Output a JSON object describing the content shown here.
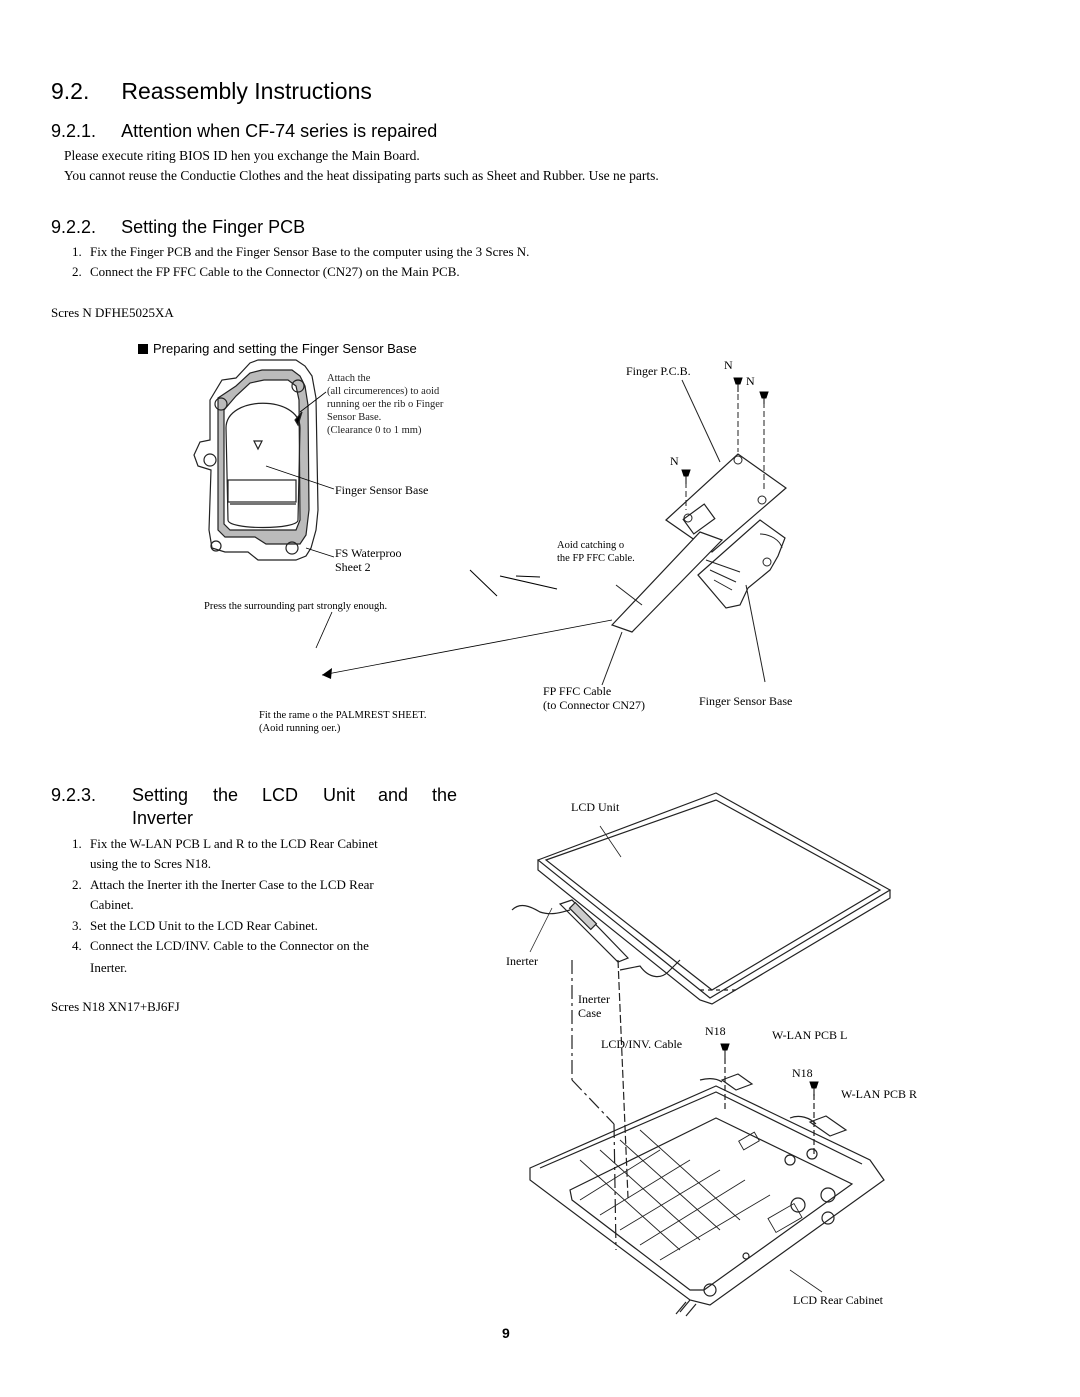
{
  "section": {
    "number": "9.2.",
    "title": "Reassembly Instructions"
  },
  "s1": {
    "number": "9.2.1.",
    "title": "Attention when CF-74 series is repaired",
    "lines": [
      "Please execute riting BIOS ID hen you exchange the Main Board.",
      "You cannot reuse the Conductie Clothes and the heat dissipating parts such as Sheet and Rubber. Use ne parts."
    ]
  },
  "s2": {
    "number": "9.2.2.",
    "title": "Setting the Finger PCB",
    "steps": [
      {
        "n": "1.",
        "text": "Fix the Finger PCB and the Finger Sensor Base to the computer using the 3 Scres N."
      },
      {
        "n": "2.",
        "text": "Connect the FP FFC Cable to the Connector (CN27) on the Main PCB."
      }
    ],
    "screws": "Scres N DFHE5025XA",
    "fig_caption": "Preparing and setting the Finger Sensor Base",
    "labels": {
      "attach": [
        "Attach the",
        "(all circumerences) to aoid",
        "running oer the rib o Finger",
        "Sensor Base.",
        "(Clearance 0 to 1 mm)"
      ],
      "finger_sensor_base_left": "Finger Sensor Base",
      "fs_waterproof": [
        "FS Waterproo",
        "Sheet 2"
      ],
      "press": "Press the surrounding part strongly enough.",
      "fit_frame": [
        "Fit the rame o the PALMREST SHEET.",
        "(Aoid running oer.)"
      ],
      "finger_pcb": "Finger P.C.B.",
      "n": "N",
      "avoid": [
        "Aoid catching o",
        "the FP FFC Cable."
      ],
      "fp_ffc": [
        "FP FFC Cable",
        "(to Connector CN27)"
      ],
      "finger_sensor_base_right": "Finger Sensor Base"
    }
  },
  "s3": {
    "number": "9.2.3.",
    "title_words": [
      "Setting",
      "the",
      "LCD",
      "Unit",
      "and",
      "the"
    ],
    "title_line2": "Inverter",
    "steps": [
      {
        "n": "1.",
        "lines": [
          "Fix the W-LAN PCB L and R to the LCD Rear Cabinet",
          "using the to Scres N18."
        ]
      },
      {
        "n": "2.",
        "lines": [
          "Attach the Inerter ith the Inerter Case to the LCD Rear",
          "Cabinet."
        ]
      },
      {
        "n": "3.",
        "lines": [
          "Set the LCD Unit to the LCD Rear Cabinet."
        ]
      },
      {
        "n": "4.",
        "lines": [
          "Connect the LCD/INV. Cable to the Connector on the",
          "Inerter."
        ]
      }
    ],
    "screws": "Scres N18 XN17+BJ6FJ",
    "labels": {
      "lcd_unit": "LCD Unit",
      "inverter": "Inerter",
      "inverter_case": [
        "Inerter",
        "Case"
      ],
      "n18": "N18",
      "lcd_inv_cable": "LCD/INV. Cable",
      "wlan_l": "W-LAN PCB L",
      "wlan_r": "W-LAN PCB R",
      "lcd_rear_cabinet": "LCD Rear Cabinet"
    }
  },
  "page_number": "9"
}
